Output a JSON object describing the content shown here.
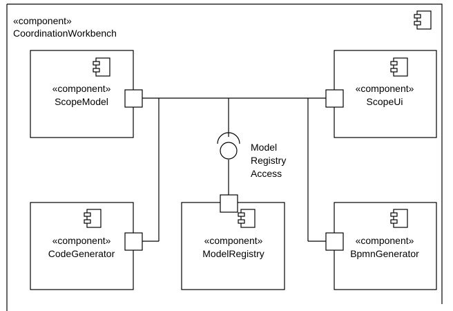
{
  "container": {
    "stereotype": "«component»",
    "name": "CoordinationWorkbench"
  },
  "components": [
    {
      "id": "scope-model",
      "stereotype": "«component»",
      "name": "ScopeModel"
    },
    {
      "id": "scope-ui",
      "stereotype": "«component»",
      "name": "ScopeUi"
    },
    {
      "id": "code-generator",
      "stereotype": "«component»",
      "name": "CodeGenerator"
    },
    {
      "id": "model-registry",
      "stereotype": "«component»",
      "name": "ModelRegistry"
    },
    {
      "id": "bpmn-generator",
      "stereotype": "«component»",
      "name": "BpmnGenerator"
    }
  ],
  "interface": {
    "label_lines": [
      "Model",
      "Registry",
      "Access"
    ]
  },
  "colors": {
    "stroke": "#000000",
    "fill": "#ffffff"
  },
  "icons": [
    "component-icon"
  ]
}
